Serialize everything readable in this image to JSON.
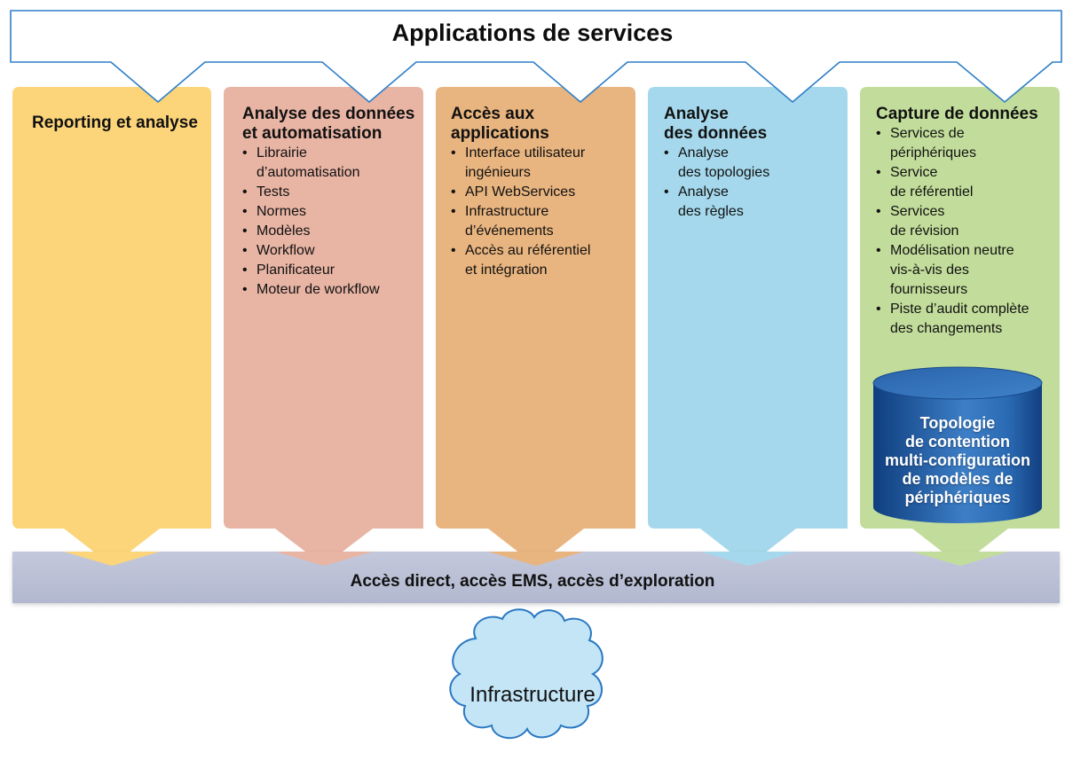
{
  "banner": {
    "title": "Applications de services"
  },
  "columns": [
    {
      "title": "Reporting et analyse",
      "items": []
    },
    {
      "title": "Analyse des données\net automatisation",
      "items": [
        "Librairie\nd’automatisation",
        "Tests",
        "Normes",
        "Modèles",
        "Workflow",
        "Planificateur",
        "Moteur de workflow"
      ]
    },
    {
      "title": "Accès aux\napplications",
      "items": [
        "Interface utilisateur\ningénieurs",
        "API WebServices",
        "Infrastructure\nd’événements",
        "Accès au référentiel\net intégration"
      ]
    },
    {
      "title": "Analyse\ndes données",
      "items": [
        "Analyse\ndes topologies",
        "Analyse\ndes règles"
      ]
    },
    {
      "title": "Capture de données",
      "items": [
        "Services de\npériphériques",
        "Service\nde référentiel",
        "Services\nde révision",
        "Modélisation neutre\nvis-à-vis des\nfournisseurs",
        "Piste d’audit complète\ndes changements"
      ]
    }
  ],
  "database": {
    "label": "Topologie\nde contention\nmulti-configuration\nde modèles de\npériphériques"
  },
  "bus": {
    "label": "Accès direct, accès EMS, accès d’exploration"
  },
  "cloud": {
    "label": "Infrastructure"
  },
  "colors": {
    "reporting": "#fcd57a",
    "automation": "#e8b4a4",
    "applications": "#e8b47f",
    "analysis": "#a5d8ec",
    "capture": "#c2dd9b",
    "bus": "#bcc1d6",
    "cloud": "#c3e5f6",
    "database": "#1f5499"
  }
}
